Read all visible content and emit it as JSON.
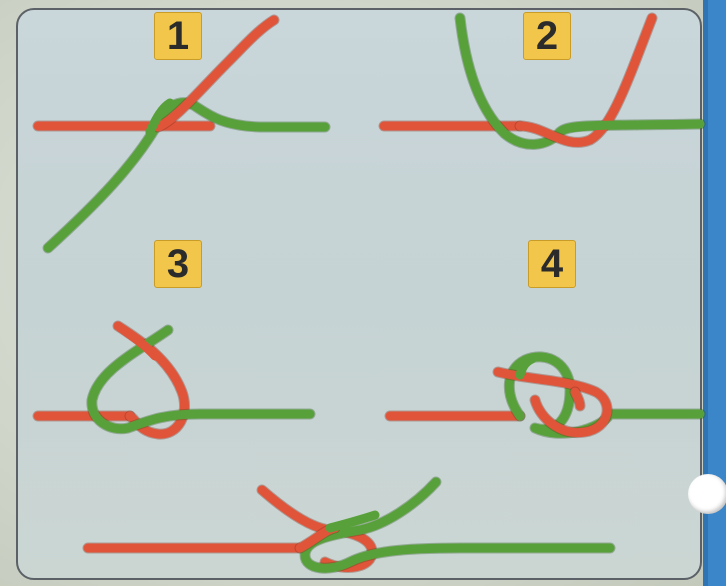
{
  "steps": [
    {
      "label": "1"
    },
    {
      "label": "2"
    },
    {
      "label": "3"
    },
    {
      "label": "4"
    }
  ],
  "colors": {
    "red_rope": "#e0543a",
    "green_rope": "#58a13a",
    "badge": "#f2c64a",
    "border_blue": "#3a86c8"
  }
}
